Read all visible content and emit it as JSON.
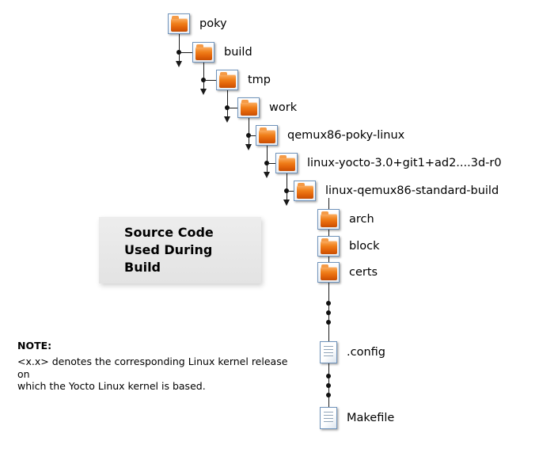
{
  "callout": {
    "lines": [
      "Source Code",
      "Used During",
      "Build"
    ]
  },
  "note": {
    "heading": "NOTE:",
    "lines": [
      "<x.x> denotes the corresponding Linux kernel release on",
      "which the Yocto Linux kernel is based."
    ]
  },
  "tree": {
    "cascade": [
      {
        "label": "poky",
        "icon": "folder-icon"
      },
      {
        "label": "build",
        "icon": "folder-icon"
      },
      {
        "label": "tmp",
        "icon": "folder-icon"
      },
      {
        "label": "work",
        "icon": "folder-icon"
      },
      {
        "label": "qemux86-poky-linux",
        "icon": "folder-icon"
      },
      {
        "label": "linux-yocto-3.0+git1+ad2....3d-r0",
        "icon": "folder-icon"
      },
      {
        "label": "linux-qemux86-standard-build",
        "icon": "folder-icon"
      }
    ],
    "children": [
      {
        "label": "arch",
        "icon": "folder-icon"
      },
      {
        "label": "block",
        "icon": "folder-icon"
      },
      {
        "label": "certs",
        "icon": "folder-icon"
      },
      {
        "label": ".config",
        "icon": "file-icon"
      },
      {
        "label": "Makefile",
        "icon": "file-icon"
      }
    ]
  },
  "colors": {
    "folder_orange": "#e8650a",
    "icon_frame_blue": "#6f93bb",
    "callout_bg": "#e9e9e9",
    "connector": "#1a1a1a"
  }
}
